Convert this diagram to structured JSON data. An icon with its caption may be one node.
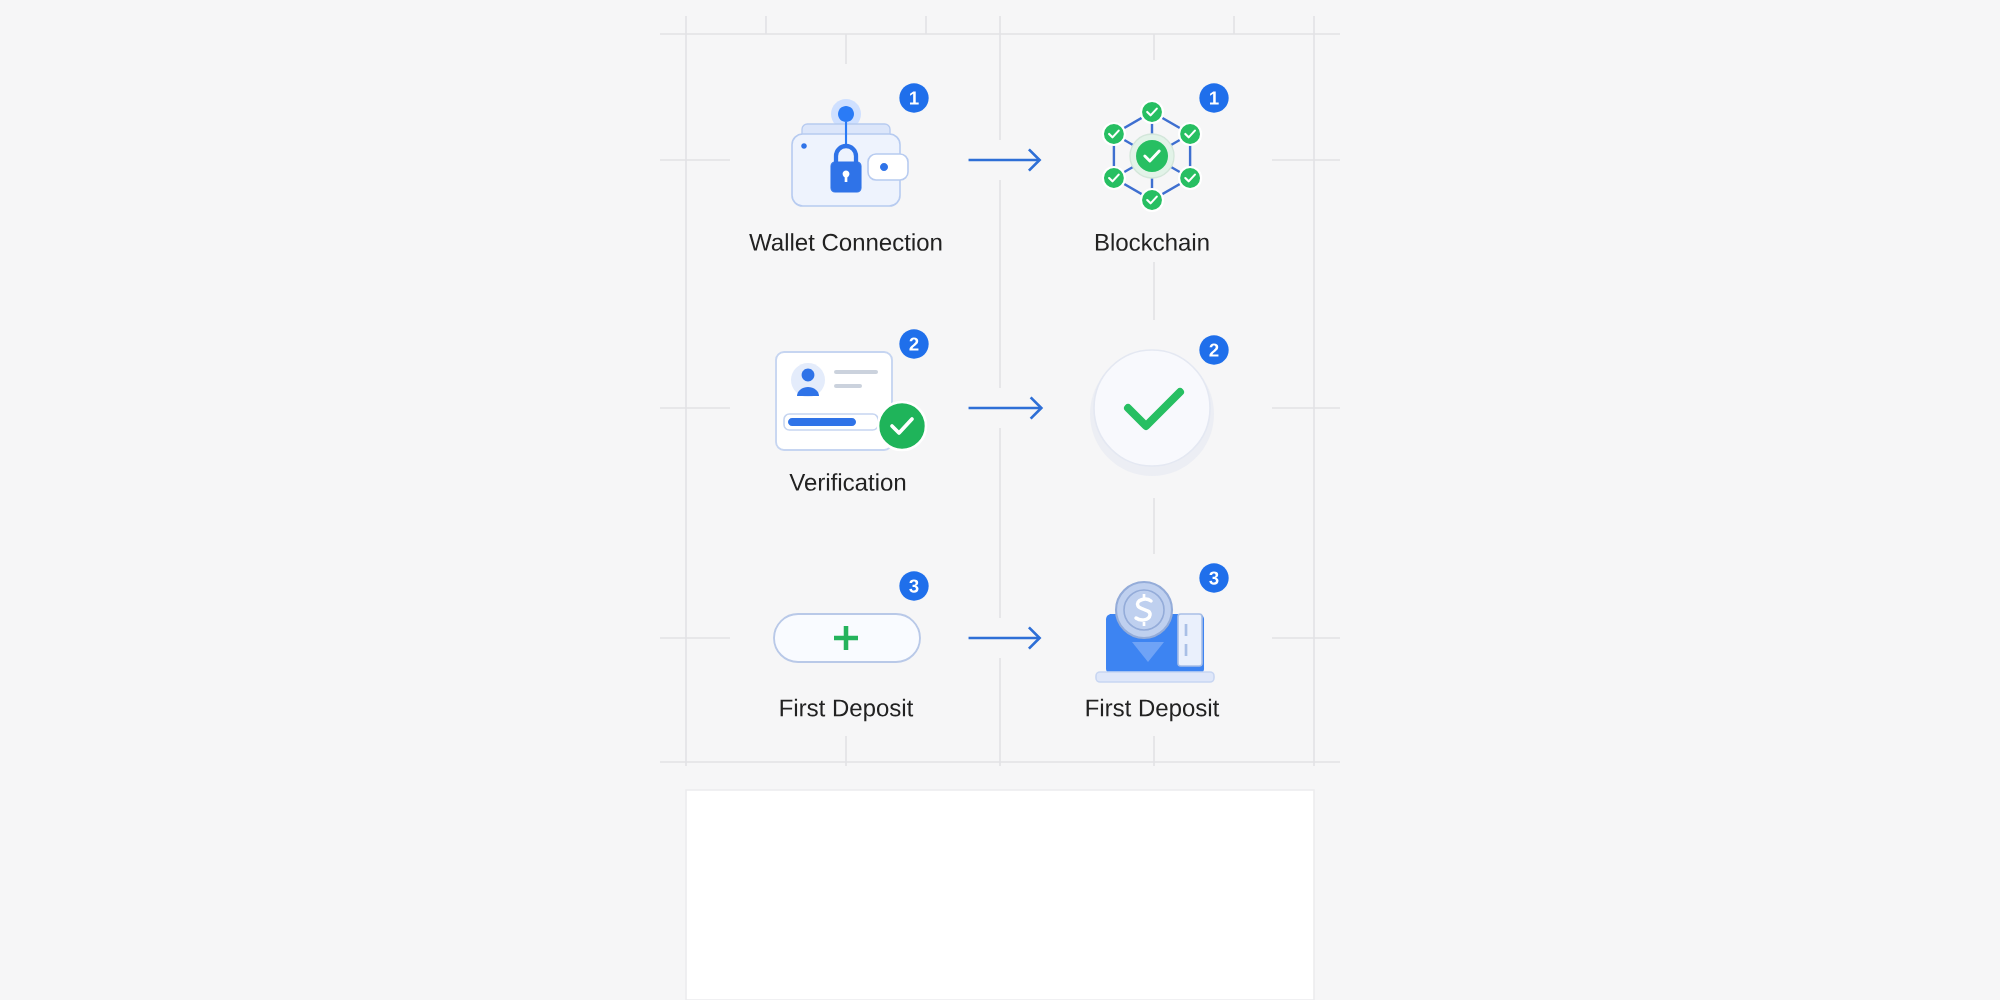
{
  "diagram": {
    "nodes": [
      {
        "text": [
          "Wallet Connection"
        ],
        "beside": [
          "1"
        ]
      },
      {
        "text": [
          "Blockchain"
        ],
        "beside": [
          "1"
        ]
      },
      {
        "text": [
          "Verification"
        ],
        "beside": [
          "2"
        ]
      },
      {
        "text": [],
        "shape": "circle",
        "beside": [
          "2"
        ]
      },
      {
        "text": [
          "First Deposit"
        ],
        "beside": [
          "3"
        ]
      },
      {
        "text": [
          "First Deposit"
        ],
        "beside": [
          "3"
        ]
      }
    ],
    "edges": [
      {
        "from": 0,
        "to": 1,
        "arrow": "to"
      },
      {
        "from": 2,
        "to": 3,
        "arrow": "to"
      },
      {
        "from": 4,
        "to": 5,
        "arrow": "to"
      }
    ]
  }
}
